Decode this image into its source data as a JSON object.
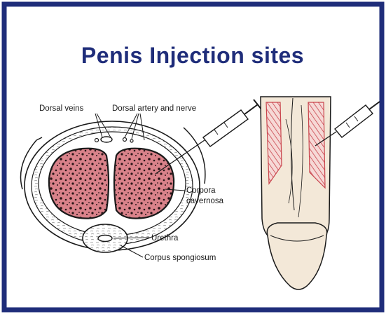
{
  "title": "Penis Injection sites",
  "labels": {
    "dorsal_veins": "Dorsal veins",
    "dorsal_artery_nerve": "Dorsal artery and nerve",
    "corpora_cavernosa_line1": "Corpora",
    "corpora_cavernosa_line2": "cavernosa",
    "urethra": "Urethra",
    "corpus_spongiosum": "Corpus spongiosum"
  },
  "colors": {
    "frame": "#1f2d7a",
    "title": "#1f2d7a",
    "tissue": "#d9828a",
    "ink": "#1a1a1a",
    "skin": "#f3e8d8",
    "hatch": "#c9444c"
  }
}
